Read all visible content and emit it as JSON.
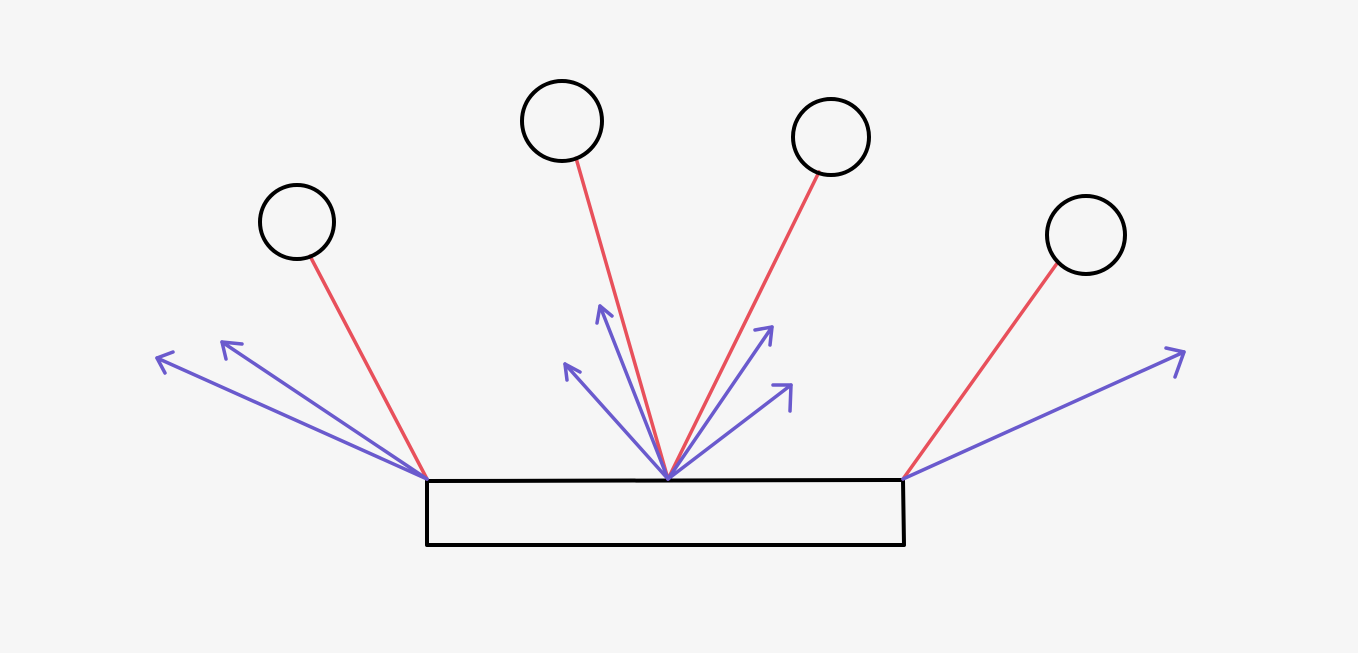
{
  "colors": {
    "background": "#f6f6f6",
    "outline": "#000000",
    "connector": "#e8505b",
    "arrow": "#6a5acd"
  },
  "diagram": {
    "base": {
      "shape": "rectangle"
    },
    "nodes": [
      {
        "id": "node-1",
        "shape": "circle"
      },
      {
        "id": "node-2",
        "shape": "circle"
      },
      {
        "id": "node-3",
        "shape": "circle"
      },
      {
        "id": "node-4",
        "shape": "circle"
      }
    ],
    "connectors": [
      {
        "from": "node-1",
        "to": "base-left-corner"
      },
      {
        "from": "node-2",
        "to": "base-top-center"
      },
      {
        "from": "node-3",
        "to": "base-top-center"
      },
      {
        "from": "node-4",
        "to": "base-right-corner"
      }
    ],
    "arrow_groups": [
      {
        "origin": "base-left-corner",
        "count": 2
      },
      {
        "origin": "base-top-center",
        "count": 4
      },
      {
        "origin": "base-right-corner",
        "count": 1
      }
    ]
  }
}
